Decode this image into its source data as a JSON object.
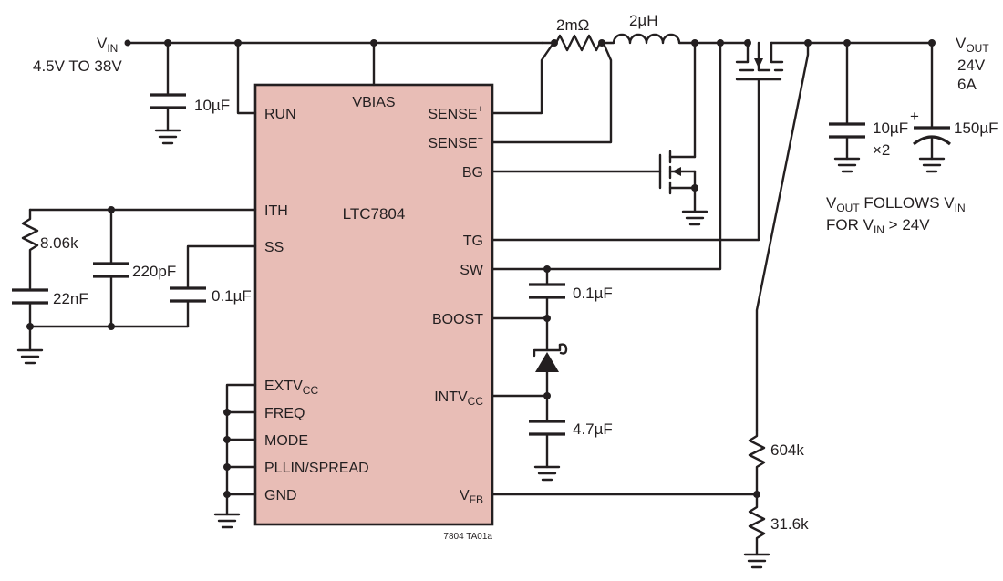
{
  "colors": {
    "chip_fill": "#e8bdb6",
    "ink": "#231f20"
  },
  "ic": {
    "name": "LTC7804",
    "pins_left": [
      "RUN",
      "ITH",
      "SS",
      "FREQ",
      "MODE",
      "PLLIN/SPREAD",
      "GND"
    ],
    "pin_extvcc": {
      "main": "EXTV",
      "sub": "CC"
    },
    "pin_vbias": "VBIAS",
    "pins_right": {
      "sense_plus": {
        "main": "SENSE",
        "sup": "+"
      },
      "sense_minus": {
        "main": "SENSE",
        "sup": "−"
      },
      "bg": "BG",
      "tg": "TG",
      "sw": "SW",
      "boost": "BOOST",
      "intvcc": {
        "main": "INTV",
        "sub": "CC"
      },
      "vfb": {
        "main": "V",
        "sub": "FB"
      }
    }
  },
  "vin": {
    "main": "V",
    "sub": "IN",
    "range": "4.5V TO 38V"
  },
  "vout": {
    "main": "V",
    "sub": "OUT",
    "voltage": "24V",
    "current": "6A"
  },
  "note": {
    "line1_a": "V",
    "line1_a_sub": "OUT",
    "line1_b": " FOLLOWS V",
    "line1_b_sub": "IN",
    "line2_a": "FOR V",
    "line2_a_sub": "IN",
    "line2_b": " > 24V"
  },
  "components": {
    "cin": "10µF",
    "rsense": "2mΩ",
    "inductor": "2µH",
    "cout1": "10µF",
    "cout1_mult": "×2",
    "cout2": "150µF",
    "cout2_polarity": "+",
    "r_ith": "8.06k",
    "c_ith": "22nF",
    "c_ith_hf": "220pF",
    "c_ss": "0.1µF",
    "c_boost": "0.1µF",
    "c_intvcc": "4.7µF",
    "r_fb_top": "604k",
    "r_fb_bot": "31.6k"
  },
  "figure_id": "7804 TA01a"
}
